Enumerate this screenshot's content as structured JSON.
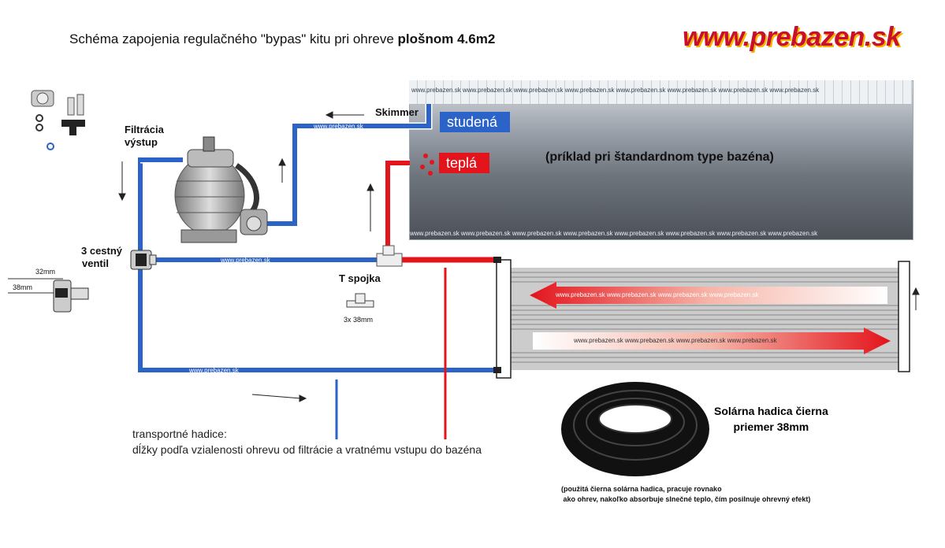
{
  "title": {
    "main": "Schéma zapojenia regulačného \"bypas\" kitu pri ohreve ",
    "bold": "plošnom 4.6m2"
  },
  "logo": "www.prebazen.sk",
  "watermark": "www.prebazen.sk",
  "pool": {
    "cold_label": "studená",
    "hot_label": "teplá",
    "note": "(príklad pri štandardnom type bazéna)",
    "wm_top": "www.prebazen.sk www.prebazen.sk www.prebazen.sk www.prebazen.sk www.prebazen.sk www.prebazen.sk www.prebazen.sk www.prebazen.sk",
    "wm_bottom": "www.prebazen.sk www.prebazen.sk www.prebazen.sk www.prebazen.sk www.prebazen.sk www.prebazen.sk www.prebazen.sk www.prebazen.sk"
  },
  "labels": {
    "skimmer": "Skimmer",
    "filtration_line1": "Filtrácia",
    "filtration_line2": "výstup",
    "valve_line1": "3 cestný",
    "valve_line2": "ventil",
    "t_joint": "T spojka",
    "t_joint_size": "3x 38mm",
    "dim_32": "32mm",
    "dim_38": "38mm"
  },
  "panel": {
    "top_wm": "www.prebazen.sk www.prebazen.sk  www.prebazen.sk www.prebazen.sk",
    "bottom_wm": "www.prebazen.sk www.prebazen.sk  www.prebazen.sk www.prebazen.sk"
  },
  "hoses": {
    "line1": "transportné hadice:",
    "line2": "dĺžky podľa vzialenosti ohrevu od filtrácie a vratnému vstupu do bazéna"
  },
  "solar": {
    "line1": "Solárna hadica čierna",
    "line2": "priemer 38mm",
    "note1": "(použitá čierna solárna hadica, pracuje rovnako",
    "note2": " ako ohrev, nakoľko absorbuje slnečné teplo, čím posilnuje ohrevný efekt)"
  },
  "colors": {
    "cold_pipe": "#2b63c9",
    "hot_pipe": "#e3141c",
    "pipe_outline": "#ffffff"
  }
}
